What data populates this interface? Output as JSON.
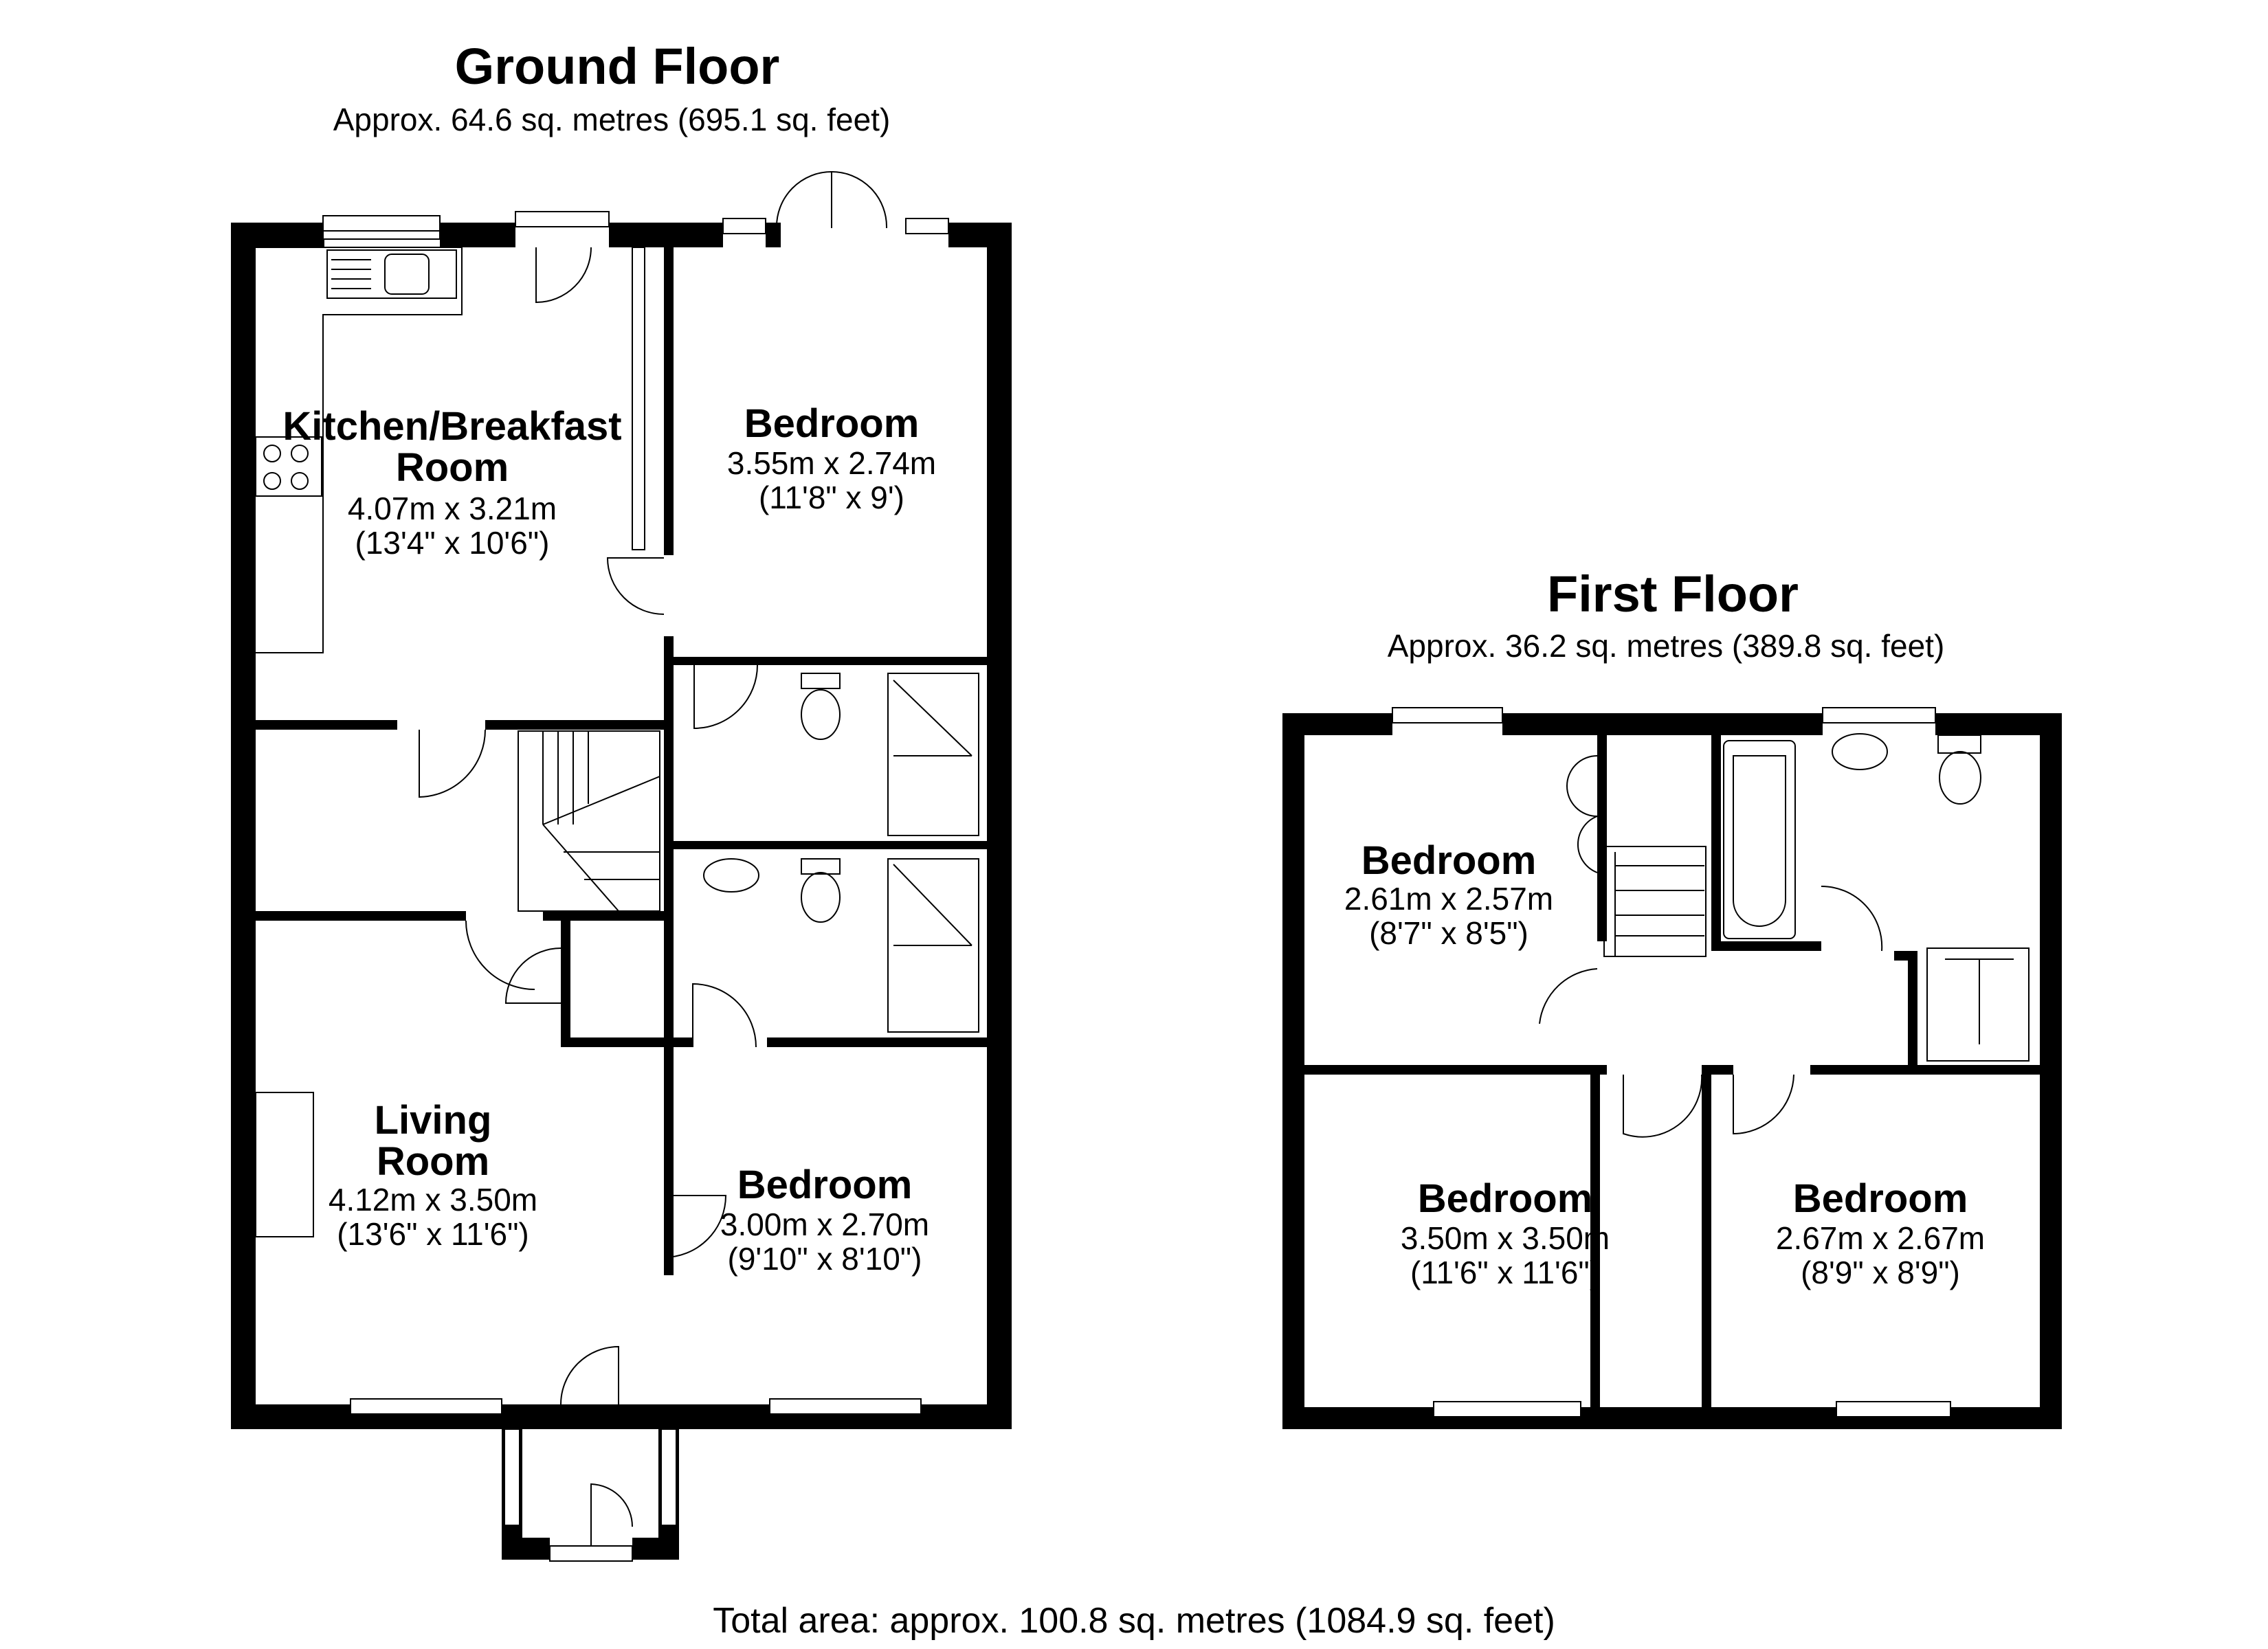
{
  "ground_floor": {
    "title": "Ground Floor",
    "area": "Approx. 64.6 sq. metres (695.1 sq. feet)",
    "rooms": [
      {
        "name_lines": [
          "Kitchen/Breakfast",
          "Room"
        ],
        "metric": "4.07m x 3.21m",
        "imperial": "(13'4\" x 10'6\")"
      },
      {
        "name_lines": [
          "Bedroom"
        ],
        "metric": "3.55m x 2.74m",
        "imperial": "(11'8\" x 9')"
      },
      {
        "name_lines": [
          "Living",
          "Room"
        ],
        "metric": "4.12m x 3.50m",
        "imperial": "(13'6\" x 11'6\")"
      },
      {
        "name_lines": [
          "Bedroom"
        ],
        "metric": "3.00m x 2.70m",
        "imperial": "(9'10\" x 8'10\")"
      }
    ]
  },
  "first_floor": {
    "title": "First Floor",
    "area": "Approx. 36.2 sq. metres (389.8 sq. feet)",
    "rooms": [
      {
        "name_lines": [
          "Bedroom"
        ],
        "metric": "2.61m x 2.57m",
        "imperial": "(8'7\" x 8'5\")"
      },
      {
        "name_lines": [
          "Bedroom"
        ],
        "metric": "3.50m x 3.50m",
        "imperial": "(11'6\" x 11'6\")"
      },
      {
        "name_lines": [
          "Bedroom"
        ],
        "metric": "2.67m x 2.67m",
        "imperial": "(8'9\" x 8'9\")"
      }
    ]
  },
  "total_area": "Total area: approx. 100.8 sq. metres (1084.9 sq. feet)"
}
